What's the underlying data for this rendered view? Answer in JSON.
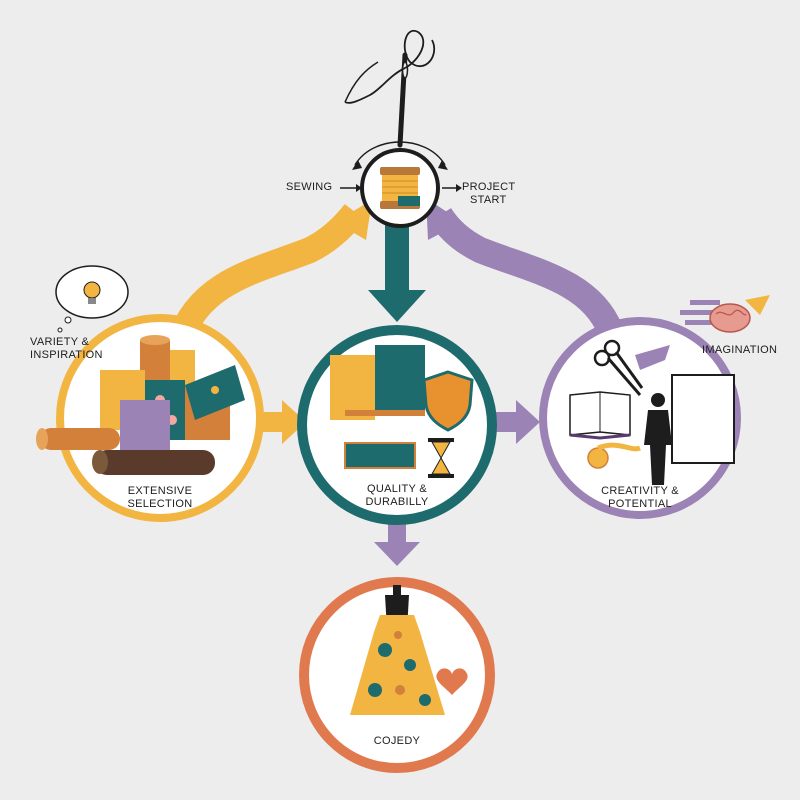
{
  "colors": {
    "background": "#ededed",
    "orange_yellow": "#f2b542",
    "teal": "#1e6b6e",
    "purple": "#9b83b6",
    "coral": "#e07a4e",
    "dark": "#1d1d1d"
  },
  "top": {
    "left_label": "SEWING",
    "right_label_line1": "PROJECT",
    "right_label_line2": "START"
  },
  "nodes": {
    "left": {
      "label_line1": "EXTENSIVE",
      "label_line2": "SELECTION",
      "side_label_line1": "VARIETY &",
      "side_label_line2": "INSPIRATION"
    },
    "center": {
      "label_line1": "QUALITY &",
      "label_line2": "DURABILLY"
    },
    "right": {
      "label_line1": "CREATIVITY &",
      "label_line2": "POTENTIAL",
      "side_label": "IMAGINATION"
    },
    "bottom": {
      "label": "COJEDY"
    }
  },
  "icons": [
    "needle-icon",
    "thread-spool-icon",
    "lightbulb-icon",
    "fabric-rolls-icon",
    "fabric-swatch-icon",
    "shield-icon",
    "hourglass-icon",
    "scissors-icon",
    "open-book-icon",
    "person-silhouette-icon",
    "blank-canvas-icon",
    "measuring-tape-icon",
    "brain-icon",
    "dress-icon",
    "heart-icon"
  ]
}
